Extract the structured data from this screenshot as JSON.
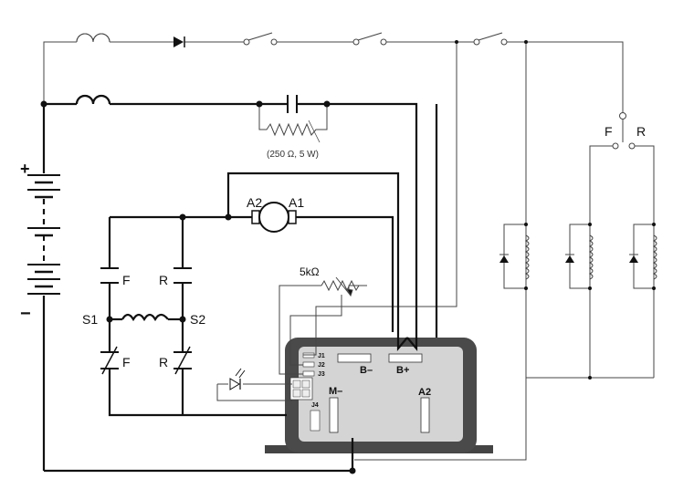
{
  "diagram": {
    "battery": {
      "plus": "+",
      "minus": "−"
    },
    "motor": {
      "a1": "A1",
      "a2": "A2"
    },
    "resistor_note": "(250 Ω, 5 W)",
    "pot_label": "5kΩ",
    "contactors": {
      "f": "F",
      "r": "R"
    },
    "field": {
      "s1": "S1",
      "s2": "S2"
    },
    "switch_labels": {
      "f": "F",
      "r": "R"
    },
    "controller": {
      "pins": [
        "J1",
        "J2",
        "J3",
        "J4"
      ],
      "terminals": {
        "b_minus": "B–",
        "b_plus": "B+",
        "m_minus": "M–",
        "a2": "A2"
      }
    }
  }
}
